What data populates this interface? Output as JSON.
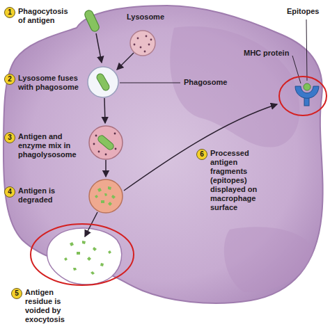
{
  "diagram": {
    "nodes": [
      {
        "text": [
          "1",
          "Phagocytosis of antigen"
        ]
      },
      {
        "text": [
          "2",
          "Lysosome fuses with phagosome"
        ]
      },
      {
        "text": [
          "3",
          "Antigen and enzyme mix in phagolysosome"
        ]
      },
      {
        "text": [
          "4",
          "Antigen is degraded"
        ]
      },
      {
        "text": [
          "5",
          "Antigen residue is voided by exocytosis"
        ]
      },
      {
        "text": [
          "6",
          "Processed antigen fragments (epitopes) displayed on macrophage surface"
        ]
      }
    ],
    "labels": [
      "Lysosome",
      "Phagosome",
      "Epitopes",
      "MHC protein"
    ]
  }
}
